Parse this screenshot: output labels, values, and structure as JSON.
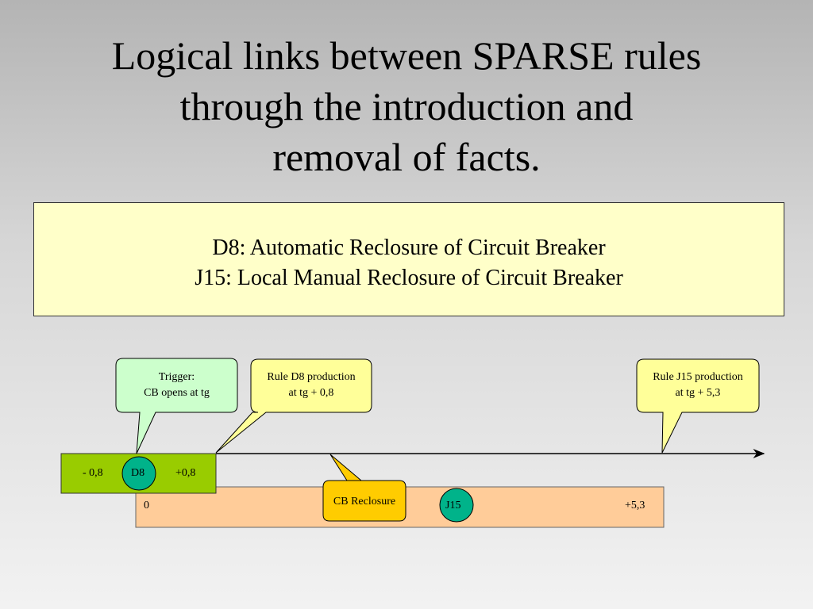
{
  "title": {
    "line1": "Logical links between SPARSE rules",
    "line2": "through the introduction and",
    "line3": "removal of facts."
  },
  "definitions": {
    "d8": "D8: Automatic Reclosure of Circuit Breaker",
    "j15": "J15: Local Manual Reclosure of Circuit Breaker"
  },
  "callouts": {
    "trigger": {
      "line1": "Trigger:",
      "line2": "CB opens at tg"
    },
    "d8_production": {
      "line1": "Rule D8 production",
      "line2": "at tg + 0,8"
    },
    "j15_production": {
      "line1": "Rule J15 production",
      "line2": "at tg + 5,3"
    },
    "cb_reclosure": {
      "line1": "CB Reclosure"
    }
  },
  "d8_window": {
    "start_label": "- 0,8",
    "node_label": "D8",
    "end_label": "+0,8"
  },
  "j15_window": {
    "start_label": "0",
    "node_label": "J15",
    "end_label": "+5,3"
  },
  "colors": {
    "background_top": "#b4b4b4",
    "definitions_fill": "#ffffc9",
    "trigger_callout": "#ccffcc",
    "production_callout": "#ffff99",
    "cb_reclosure_callout": "#ffcc00",
    "d8_window": "#99cc00",
    "j15_window": "#ffcc99",
    "rule_node": "#00b38a"
  }
}
